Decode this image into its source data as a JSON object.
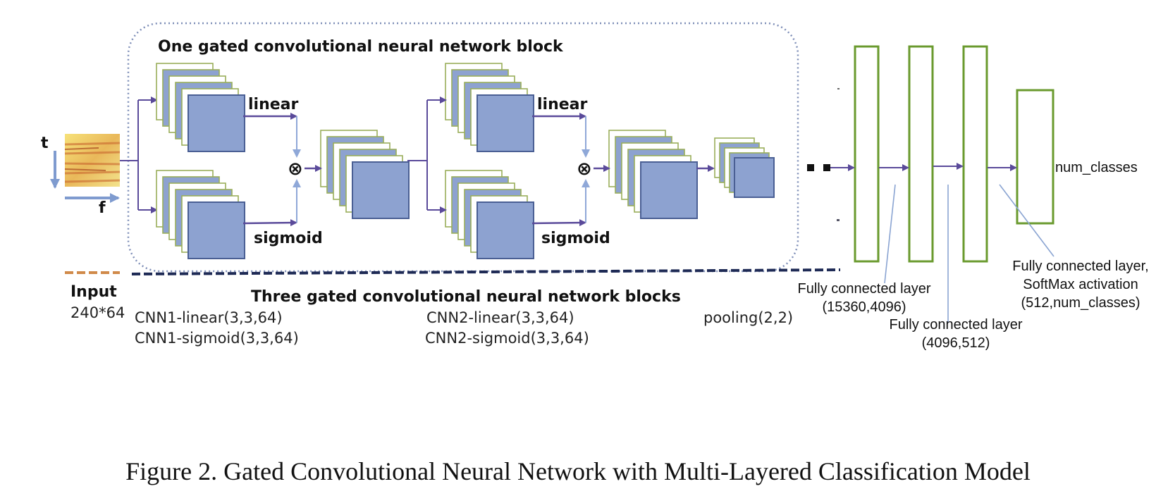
{
  "block_title": "One gated convolutional neural network block",
  "axes": {
    "t": "t",
    "f": "f"
  },
  "branch_labels": {
    "linear_1": "linear",
    "sigmoid_1": "sigmoid",
    "linear_2": "linear",
    "sigmoid_2": "sigmoid",
    "gate_symbol": "⊗"
  },
  "input": {
    "title": "Input",
    "size": "240*64"
  },
  "blocks_title": "Three gated convolutional neural network blocks",
  "layer_specs": {
    "cnn1_linear": "CNN1-linear(3,3,64)",
    "cnn1_sigmoid": "CNN1-sigmoid(3,3,64)",
    "cnn2_linear": "CNN2-linear(3,3,64)",
    "cnn2_sigmoid": "CNN2-sigmoid(3,3,64)",
    "pooling": "pooling(2,2)"
  },
  "fc_layers": {
    "fc1_title": "Fully connected layer",
    "fc1_size": "(15360,4096)",
    "fc2_title": "Fully connected layer",
    "fc2_size": "(4096,512)",
    "fc3_title": "Fully connected layer,",
    "fc3_activation": "SoftMax activation",
    "fc3_size": "(512,num_classes)",
    "output_label": "num_classes"
  },
  "colors": {
    "feature_map_fill": "#8da2d0",
    "feature_map_stroke": "#4a5f94",
    "back_map_stroke": "#9aae5a",
    "arrow": "#5a4a9a",
    "gate_arrow": "#8fa8d8",
    "fc_stroke": "#6a9a2e",
    "block_border": "#7f8fb8",
    "input_dash": "#d08a4a",
    "blocks_dash": "#1e2a55",
    "pointer_line": "#8aa4d2"
  },
  "caption": "Figure 2. Gated Convolutional Neural Network with Multi-Layered Classification Model"
}
